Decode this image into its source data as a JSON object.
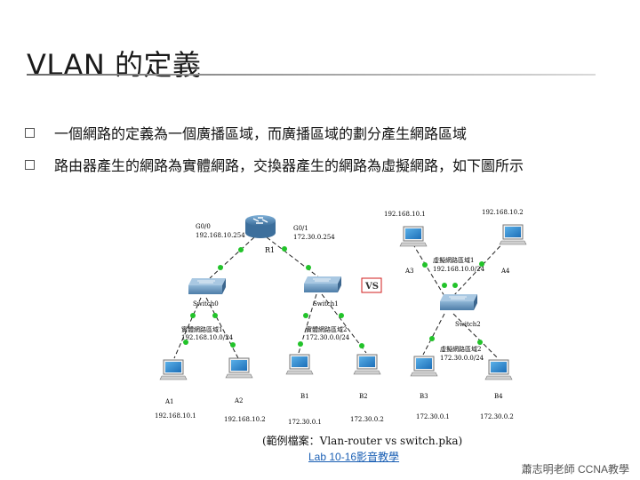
{
  "title": "VLAN 的定義",
  "bullets": [
    "一個網路的定義為一個廣播區域，而廣播區域的劃分產生網路區域",
    "路由器產生的網路為實體網路，交換器產生的網路為虛擬網路，如下圖所示"
  ],
  "diagram": {
    "router": {
      "name": "R1",
      "g00_label": "G0/0",
      "g00_ip": "192.168.10.254",
      "g01_label": "G0/1",
      "g01_ip": "172.30.0.254"
    },
    "switch0": {
      "name": "Switch0",
      "net_label": "實體網路區域1",
      "net_ip": "192.168.10.0/24"
    },
    "switch1": {
      "name": "Switch1",
      "net_label": "實體網路區域2",
      "net_ip": "172.30.0.0/24"
    },
    "vs_label": "VS",
    "switch2": {
      "name": "Switch2"
    },
    "vlan1": {
      "label": "虛擬網路區域1",
      "ip": "192.168.10.0/24"
    },
    "vlan2": {
      "label": "虛擬網路區域2",
      "ip": "172.30.0.0/24"
    },
    "hosts": {
      "A1": {
        "name": "A1",
        "ip": "192.168.10.1"
      },
      "A2": {
        "name": "A2",
        "ip": "192.168.10.2"
      },
      "B1": {
        "name": "B1",
        "ip": "172.30.0.1"
      },
      "B2": {
        "name": "B2",
        "ip": "172.30.0.2"
      },
      "A3": {
        "name": "A3",
        "ip": "192.168.10.1"
      },
      "A4": {
        "name": "A4",
        "ip": "192.168.10.2"
      },
      "B3": {
        "name": "B3",
        "ip": "172.30.0.1"
      },
      "B4": {
        "name": "B4",
        "ip": "172.30.0.2"
      }
    },
    "link_color": "#1f1f1f",
    "port_color": "#22c32a",
    "vs_border_color": "#d21c1c"
  },
  "caption": "(範例檔案：Vlan-router vs switch.pka)",
  "link_text": "Lab 10-16影音教學",
  "credit": "蕭志明老師 CCNA教學"
}
